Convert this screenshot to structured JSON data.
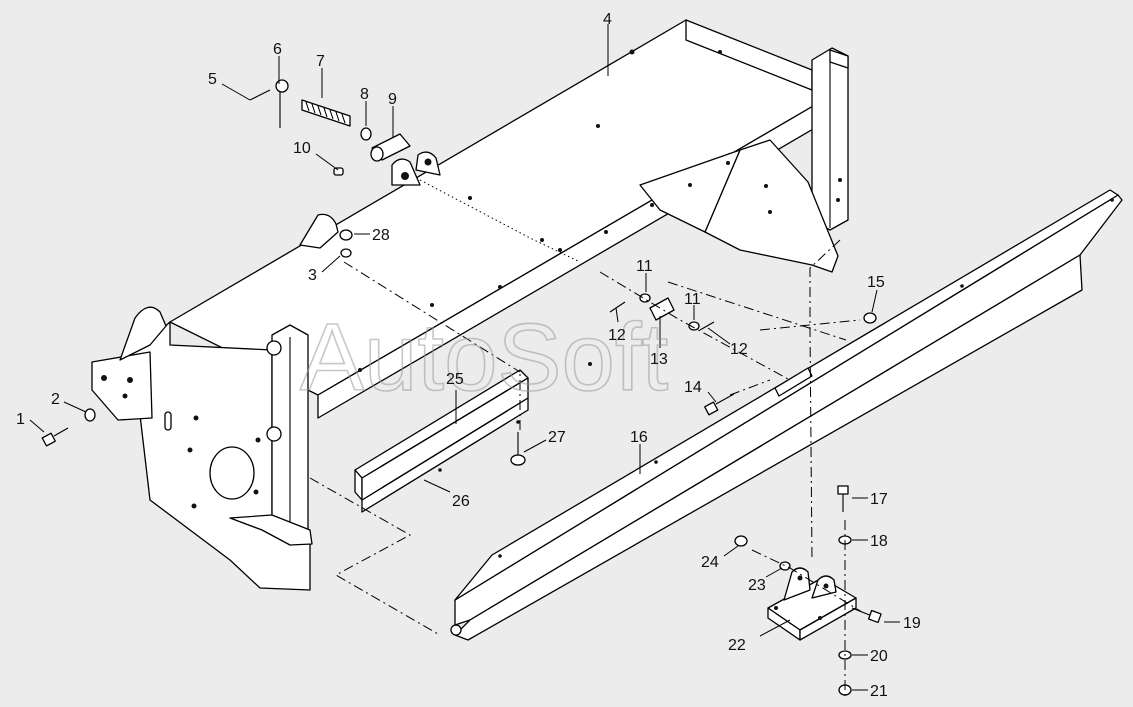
{
  "watermark": "AutoSoft",
  "callouts": {
    "c1": "1",
    "c2": "2",
    "c3": "3",
    "c4": "4",
    "c5": "5",
    "c6": "6",
    "c7": "7",
    "c8": "8",
    "c9": "9",
    "c10": "10",
    "c11a": "11",
    "c11b": "11",
    "c12a": "12",
    "c12b": "12",
    "c13": "13",
    "c14": "14",
    "c15": "15",
    "c16": "16",
    "c17": "17",
    "c18": "18",
    "c19": "19",
    "c20": "20",
    "c21": "21",
    "c22": "22",
    "c23": "23",
    "c24": "24",
    "c25": "25",
    "c26": "26",
    "c27": "27",
    "c28": "28"
  }
}
